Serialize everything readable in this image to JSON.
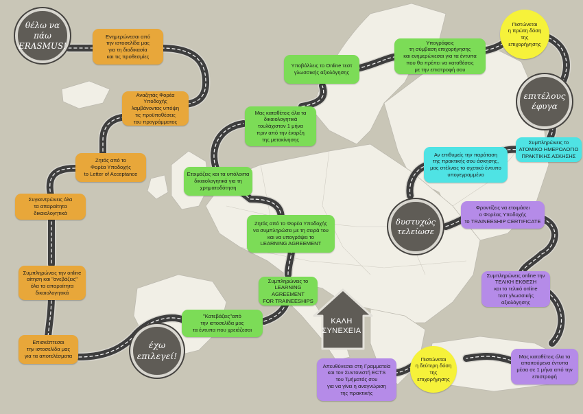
{
  "circles": {
    "start": "θέλω να\nπάω\nERASMUS!",
    "chose": "έχω\nεπιλεγεί!",
    "finished": "δυστυχώς\nτελείωσε",
    "left": "επιτέλους\nέφυγα"
  },
  "arrow": {
    "label": "ΚΑΛΗ\nΣΥΝΕΧΕΙΑ"
  },
  "orange_steps": [
    "Ενημερώνεσαι από\nτην ιστοσελίδα μας\nγια τη διαδικασία\nκαι τις προθεσμίες",
    "Αναζητάς Φορέα Υποδοχής\nλαμβάνοντας υπόψη\nτις προϋποθέσεις\nτου προγράμματος",
    "Ζητάς από το\nΦορέα Υποδοχής\nto Letter of Acceptance",
    "Συγκεντρώνεις όλα\nτα απαραίτητα\nδικαιολογητικά",
    "Συμπληρώνεις την online\nαίτηση και \"ανεβάζεις\"\nόλα τα απαραίτητα\nδικαιολογητικά",
    "Επισκέπτεσαι\nτην ιστοσελίδα μας\nγια τα αποτελέσματα"
  ],
  "green_steps": [
    "\"Κατεβάζεις\"από\nτην ιστοσελίδα μας\nτα έντυπα που χρειάζεσαι",
    "Συμπληρώνεις το\nLEARNING AGREEMENT\nFOR TRAINEESHIPS",
    "Ζητάς από το Φορέα Υποδοχής\nνα συμπληρώσει με τη σειρά του\nκαι να υπογράψει το\nLEARNING AGREEMENT",
    "Ετοιμάζεις και τα υπόλοιπα\nδικαιολογητικά για τη\nχρηματοδότηση",
    "Μας καταθέτεις όλα τα\nδικαιολογητικά\nτουλάχιστον 1 μήνα\nπριν από την έναρξη\nτης μετακίνησης",
    "Υποβάλλεις το Online τεστ\nγλωσσικής αξιολόγησης",
    "Υπογράφεις\nτη σύμβαση επιχορήγησης\nκαι ενημερώνεσαι για τα έντυπα\nπου θα πρέπει να καταθέσεις\nμε την επιστροφή σου"
  ],
  "yellow_notes": {
    "first": "Πιστώνεται\nη πρώτη δόση\nτης επιχορήγησης",
    "second": "Πιστώνεται\nη δεύτερη δόση\nτης επιχορήγησης"
  },
  "cyan_steps": {
    "diary": "Συμπληρώνεις το\nΑΤΟΜΙΚΟ ΗΜΕΡΟΛΟΓΙΟ\nΠΡΑΚΤΙΚΗΣ ΑΣΚΗΣΗΣ",
    "extension": "Αν επιθυμείς την παράταση\nτης πρακτικής σου άσκησης,\nμας στέλνεις το σχετικό έντυπο\nυπογεγραμμένο"
  },
  "purple_steps": [
    "Φροντίζεις να ετοιμάσει\nο Φορέας Υποδοχής\nτο TRAINEESHIP CERTIFICATE",
    "Συμπληρώνεις online την\nΤΕΛΙΚΗ ΕΚΘΕΣΗ\nκαι το τελικό online\nτεστ γλωσσικής αξιολόγησης",
    "Μας καταθέτεις όλα τα\nαπαιτούμενα έντυπα\nμέσα σε 1 μήνα από την\nεπιστροφή",
    "Απευθύνεσαι στη Γραμματεία\nκαι τον Συντονιστή ECTS\nτου Τμήματός σου\nγια να γίνει η αναγνώριση\nτης πρακτικής"
  ],
  "colors": {
    "background": "#c9c6b7",
    "land": "#f1efe6",
    "road": "#3e3e3e",
    "orange": "#e8a73a",
    "green": "#7cdc57",
    "purple": "#b58be8",
    "cyan": "#4fe3e4",
    "yellow": "#f6f23a",
    "circle": "#5f5c56"
  }
}
